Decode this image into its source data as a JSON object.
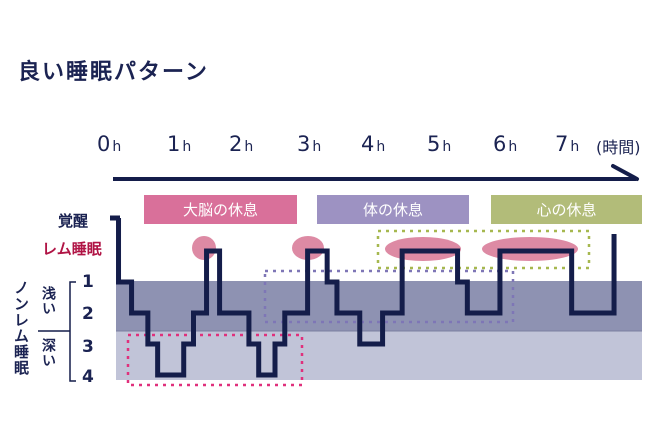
{
  "title": "良い睡眠パターン",
  "time_axis": {
    "ticks": [
      {
        "num": "0",
        "unit": "h"
      },
      {
        "num": "1",
        "unit": "h"
      },
      {
        "num": "2",
        "unit": "h"
      },
      {
        "num": "3",
        "unit": "h"
      },
      {
        "num": "4",
        "unit": "h"
      },
      {
        "num": "5",
        "unit": "h"
      },
      {
        "num": "6",
        "unit": "h"
      },
      {
        "num": "7",
        "unit": "h"
      }
    ],
    "unit_label": "(時間)"
  },
  "phases": [
    {
      "label": "大脳の休息",
      "color": "#d9709a"
    },
    {
      "label": "体の休息",
      "color": "#9d92c2"
    },
    {
      "label": "心の休息",
      "color": "#b2bc79"
    }
  ],
  "stage_labels": {
    "wake": "覚醒",
    "rem": "レム睡眠",
    "nonrem": "ノンレム睡眠",
    "light": "浅い",
    "deep": "深い",
    "numbers": [
      "1",
      "2",
      "3",
      "4"
    ]
  },
  "colors": {
    "navy": "#141d4a",
    "light_band": "#8e92b2",
    "deep_band": "#c1c4d8",
    "rem_ellipse": "#d97d9a",
    "rem_text": "#b01445",
    "pink_dots": "#e0307c",
    "purple_dots": "#7e76b6",
    "green_dots": "#a6b84f"
  },
  "hypnogram": {
    "stages_over_time": [
      {
        "t": 0.0,
        "stage": "wake"
      },
      {
        "t": 0.1,
        "stage": "1"
      },
      {
        "t": 0.3,
        "stage": "2"
      },
      {
        "t": 0.55,
        "stage": "3"
      },
      {
        "t": 0.7,
        "stage": "4"
      },
      {
        "t": 1.1,
        "stage": "3"
      },
      {
        "t": 1.25,
        "stage": "2"
      },
      {
        "t": 1.45,
        "stage": "rem"
      },
      {
        "t": 1.65,
        "stage": "2"
      },
      {
        "t": 2.1,
        "stage": "3"
      },
      {
        "t": 2.25,
        "stage": "4"
      },
      {
        "t": 2.5,
        "stage": "3"
      },
      {
        "t": 2.65,
        "stage": "2"
      },
      {
        "t": 3.0,
        "stage": "rem"
      },
      {
        "t": 3.3,
        "stage": "1"
      },
      {
        "t": 3.45,
        "stage": "2"
      },
      {
        "t": 3.8,
        "stage": "3"
      },
      {
        "t": 4.15,
        "stage": "2"
      },
      {
        "t": 4.45,
        "stage": "rem"
      },
      {
        "t": 5.3,
        "stage": "1"
      },
      {
        "t": 5.45,
        "stage": "2"
      },
      {
        "t": 5.95,
        "stage": "rem"
      },
      {
        "t": 7.05,
        "stage": "2"
      },
      {
        "t": 7.7,
        "stage": "wake"
      }
    ]
  }
}
